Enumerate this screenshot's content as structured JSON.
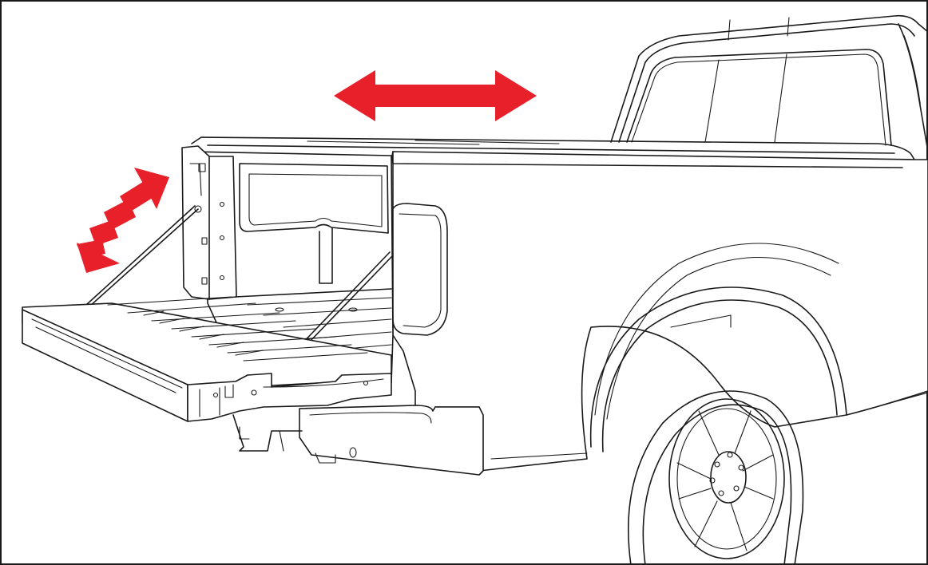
{
  "figure": {
    "subject": "pickup-truck-tailgate-illustration",
    "arrow_color": "#e8202a",
    "line_color": "#1a1a1a",
    "background": "#ffffff",
    "arrows": [
      {
        "name": "slide-arrow",
        "shape": "double-headed-horizontal"
      },
      {
        "name": "tilt-arrow",
        "shape": "curved-dashed-double-headed"
      }
    ]
  }
}
